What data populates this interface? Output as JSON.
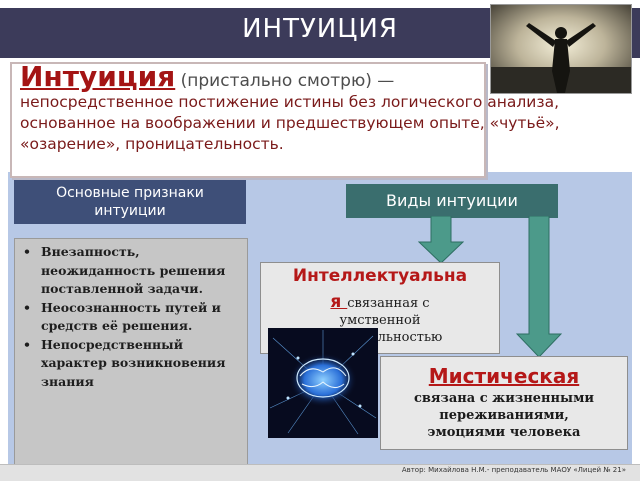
{
  "slide": {
    "title": "ИНТУИЦИЯ",
    "definition": {
      "term": "Интуиция",
      "etymology": " (пристально смотрю) —",
      "text": "непосредственное постижение истины без логического анализа, основанное на воображении и предшествующем опыте, «чутьё», «озарение», проницательность."
    },
    "signs": {
      "heading_line1": "Основные признаки",
      "heading_line2": "интуиции",
      "bullet": "•",
      "items": [
        "Внезапность, неожиданность решения поставленной задачи.",
        "Неосознанность путей и средств её решения.",
        "Непосредственный характер возникновения знания"
      ]
    },
    "types": {
      "heading": "Виды интуиции",
      "intellectual": {
        "title": "Интеллектуальна",
        "title_tail": "я ",
        "desc_line1": "связанная с",
        "desc_line2": "умственной",
        "desc_line3": "льностью"
      },
      "mystical": {
        "title": "Мистическая",
        "desc_line1": "связана с жизненными",
        "desc_line2": "переживаниями,",
        "desc_line3": "эмоциями  человека"
      }
    },
    "footer": "Автор: Михайлова Н.М.- преподаватель МАОУ «Лицей № 21»"
  },
  "colors": {
    "title_bar": "#3c3b5a",
    "accent_red": "#a41414",
    "signs_head": "#3e4f78",
    "types_head": "#3a6e6e",
    "arrow": "#4c9a8a",
    "bg": "#b7c8e6"
  },
  "icons": {
    "photo": "silhouette-photo",
    "brain": "glowing-brain-image"
  }
}
